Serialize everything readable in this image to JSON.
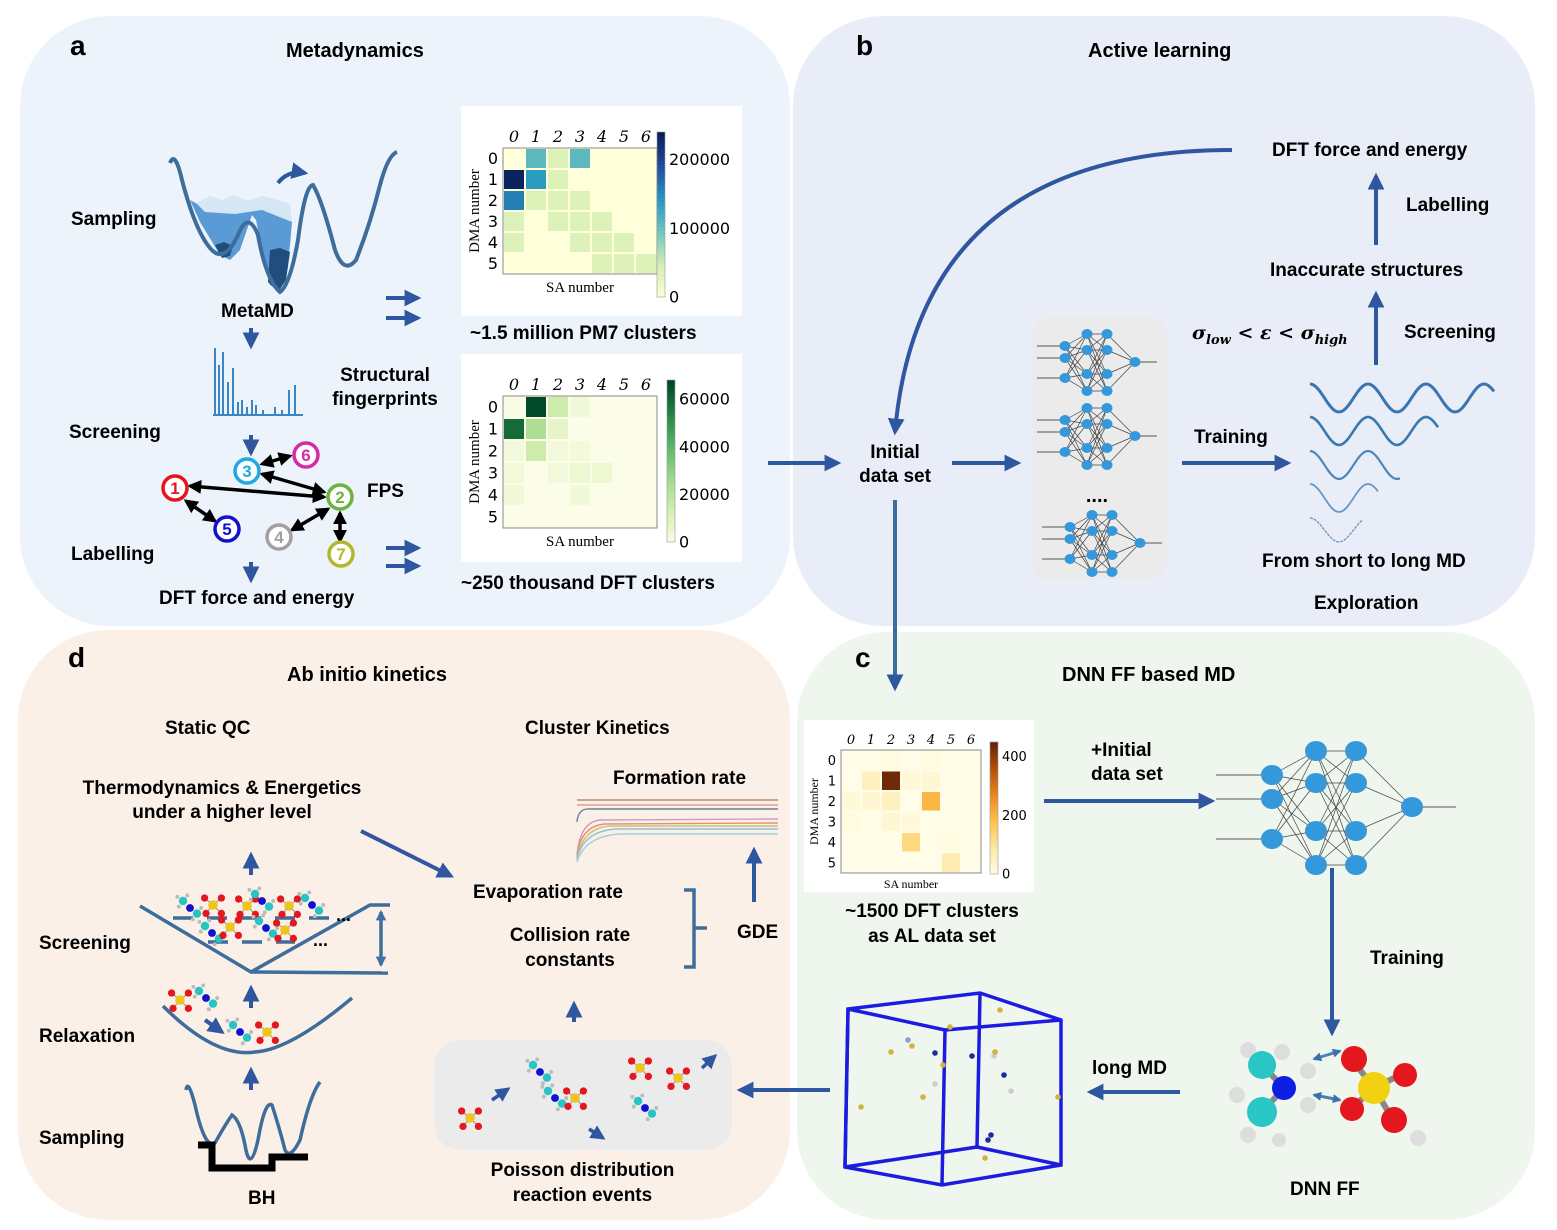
{
  "panels": {
    "a": {
      "letter": "a",
      "title": "Metadynamics",
      "labels": {
        "sampling": "Sampling",
        "metamd": "MetaMD",
        "screening": "Screening",
        "structural_fingerprints_1": "Structural",
        "structural_fingerprints_2": "fingerprints",
        "fps": "FPS",
        "labelling": "Labelling",
        "dft": "DFT force and energy",
        "pm7_caption": "~1.5 million PM7 clusters",
        "dft_caption": "~250 thousand DFT clusters"
      },
      "fps_nodes": [
        {
          "id": "1",
          "color": "#e8141c"
        },
        {
          "id": "2",
          "color": "#6cb33f"
        },
        {
          "id": "3",
          "color": "#1fa9e1"
        },
        {
          "id": "4",
          "color": "#a0a0a0"
        },
        {
          "id": "5",
          "color": "#1212c8"
        },
        {
          "id": "6",
          "color": "#d42ba8"
        },
        {
          "id": "7",
          "color": "#b3b82a"
        }
      ]
    },
    "b": {
      "letter": "b",
      "title": "Active learning",
      "labels": {
        "dft": "DFT force and energy",
        "labelling": "Labelling",
        "inaccurate": "Inaccurate structures",
        "screening": "Screening",
        "criterion": "σlow < ε < σhigh",
        "criterion_sigma": "σ",
        "criterion_low": "low",
        "criterion_mid": " < ε < ",
        "criterion_high": "high",
        "initial_1": "Initial",
        "initial_2": "data set",
        "ellipsis": "....",
        "training": "Training",
        "short_to_long": "From short to long MD",
        "exploration": "Exploration"
      }
    },
    "c": {
      "letter": "c",
      "title": "DNN FF based MD",
      "labels": {
        "plus_initial_1": "+Initial",
        "plus_initial_2": "data set",
        "al_caption_1": "~1500 DFT clusters",
        "al_caption_2": "as AL data set",
        "training": "Training",
        "long_md": "long MD",
        "dnn_ff": "DNN FF"
      }
    },
    "d": {
      "letter": "d",
      "title": "Ab initio kinetics",
      "labels": {
        "static_qc": "Static QC",
        "cluster_kinetics": "Cluster Kinetics",
        "thermo_1": "Thermodynamics & Energetics",
        "thermo_2": "under a higher level",
        "formation_rate": "Formation rate",
        "evaporation": "Evaporation rate",
        "collision_1": "Collision rate",
        "collision_2": "constants",
        "gde": "GDE",
        "screening": "Screening",
        "relaxation": "Relaxation",
        "sampling": "Sampling",
        "bh": "BH",
        "poisson_1": "Poisson distribution",
        "poisson_2": "reaction events",
        "ellipsis": "..."
      }
    }
  },
  "chart_data": [
    {
      "type": "heatmap",
      "name": "pm7-heatmap",
      "title": "",
      "xlabel": "SA number",
      "ylabel": "DMA number",
      "x_ticks": [
        "0",
        "1",
        "2",
        "3",
        "4",
        "5",
        "6"
      ],
      "y_ticks": [
        "0",
        "1",
        "2",
        "3",
        "4",
        "5"
      ],
      "colorbar_ticks": [
        "200000",
        "100000",
        "0"
      ],
      "colorbar_range": [
        0,
        240000
      ],
      "colormap": "YlGnBu",
      "values": [
        [
          0,
          110000,
          40000,
          110000,
          0,
          0,
          0
        ],
        [
          235000,
          140000,
          40000,
          0,
          0,
          0,
          0
        ],
        [
          160000,
          40000,
          40000,
          40000,
          0,
          0,
          0
        ],
        [
          40000,
          0,
          40000,
          40000,
          40000,
          0,
          0
        ],
        [
          40000,
          0,
          0,
          40000,
          40000,
          40000,
          0
        ],
        [
          0,
          0,
          0,
          0,
          40000,
          40000,
          40000
        ]
      ]
    },
    {
      "type": "heatmap",
      "name": "dft-heatmap",
      "title": "",
      "xlabel": "SA number",
      "ylabel": "DMA number",
      "x_ticks": [
        "0",
        "1",
        "2",
        "3",
        "4",
        "5",
        "6"
      ],
      "y_ticks": [
        "0",
        "1",
        "2",
        "3",
        "4",
        "5"
      ],
      "colorbar_ticks": [
        "60000",
        "40000",
        "20000",
        "0"
      ],
      "colorbar_range": [
        0,
        68000
      ],
      "colormap": "Greens",
      "values": [
        [
          1000,
          67000,
          16000,
          4000,
          0,
          0,
          0
        ],
        [
          60000,
          24000,
          8000,
          0,
          0,
          0,
          0
        ],
        [
          3000,
          16000,
          3000,
          3000,
          0,
          0,
          0
        ],
        [
          3000,
          0,
          3000,
          5000,
          5000,
          0,
          0
        ],
        [
          4000,
          0,
          0,
          4000,
          0,
          0,
          0
        ],
        [
          0,
          0,
          0,
          0,
          0,
          0,
          0
        ]
      ]
    },
    {
      "type": "heatmap",
      "name": "al-heatmap",
      "title": "",
      "xlabel": "SA number",
      "ylabel": "DMA number",
      "x_ticks": [
        "0",
        "1",
        "2",
        "3",
        "4",
        "5",
        "6"
      ],
      "y_ticks": [
        "0",
        "1",
        "2",
        "3",
        "4",
        "5"
      ],
      "colorbar_ticks": [
        "400",
        "200",
        "0"
      ],
      "colorbar_range": [
        0,
        450
      ],
      "colormap": "YlOrBr",
      "values": [
        [
          0,
          0,
          10,
          0,
          10,
          0,
          0
        ],
        [
          0,
          60,
          440,
          20,
          30,
          0,
          0
        ],
        [
          20,
          30,
          60,
          0,
          200,
          0,
          0
        ],
        [
          10,
          0,
          30,
          20,
          0,
          0,
          0
        ],
        [
          0,
          0,
          0,
          130,
          0,
          10,
          0
        ],
        [
          0,
          0,
          0,
          0,
          0,
          80,
          0
        ]
      ]
    }
  ]
}
